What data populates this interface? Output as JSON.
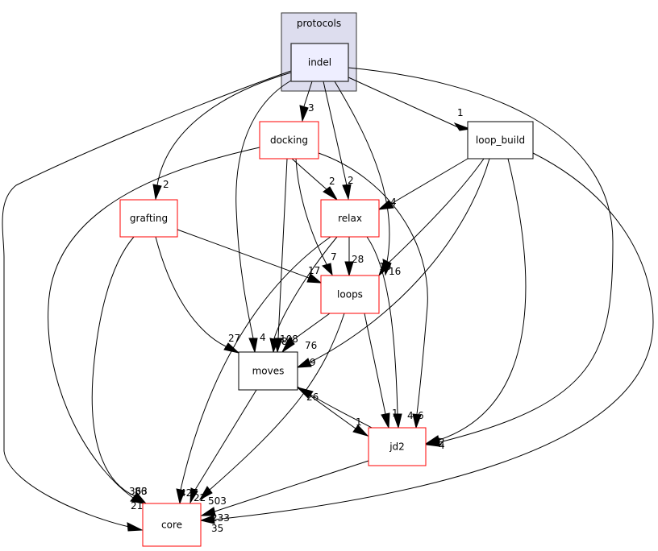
{
  "title": "protocols/indel dependency graph",
  "colors": {
    "cluster_fill": "#ddddee",
    "cluster_stroke": "#333333",
    "focus_fill": "#eeeeff",
    "focus_stroke": "#333333",
    "red_stroke": "#ff0000",
    "black_stroke": "#000000",
    "node_fill": "#ffffff"
  },
  "cluster": {
    "label": "protocols"
  },
  "nodes": {
    "indel": {
      "label": "indel",
      "style": "focus"
    },
    "docking": {
      "label": "docking",
      "style": "red"
    },
    "loop_build": {
      "label": "loop_build",
      "style": "black"
    },
    "grafting": {
      "label": "grafting",
      "style": "red"
    },
    "relax": {
      "label": "relax",
      "style": "red"
    },
    "loops": {
      "label": "loops",
      "style": "red"
    },
    "moves": {
      "label": "moves",
      "style": "black"
    },
    "jd2": {
      "label": "jd2",
      "style": "red"
    },
    "core": {
      "label": "core",
      "style": "red"
    }
  },
  "edges": [
    {
      "from": "indel",
      "to": "docking",
      "label": "3"
    },
    {
      "from": "indel",
      "to": "loop_build",
      "label": "1"
    },
    {
      "from": "indel",
      "to": "grafting",
      "label": "2"
    },
    {
      "from": "indel",
      "to": "relax",
      "label": "2"
    },
    {
      "from": "indel",
      "to": "loops",
      "label": "10"
    },
    {
      "from": "indel",
      "to": "moves",
      "label": "4"
    },
    {
      "from": "indel",
      "to": "jd2",
      "label": "2"
    },
    {
      "from": "indel",
      "to": "core",
      "label": "21"
    },
    {
      "from": "docking",
      "to": "relax",
      "label": "2"
    },
    {
      "from": "docking",
      "to": "loops",
      "label": "7"
    },
    {
      "from": "docking",
      "to": "moves",
      "label": "108"
    },
    {
      "from": "docking",
      "to": "jd2",
      "label": "6"
    },
    {
      "from": "docking",
      "to": "core",
      "label": "363"
    },
    {
      "from": "loop_build",
      "to": "relax",
      "label": "4"
    },
    {
      "from": "loop_build",
      "to": "loops",
      "label": "16"
    },
    {
      "from": "loop_build",
      "to": "moves",
      "label": "9"
    },
    {
      "from": "loop_build",
      "to": "jd2",
      "label": "4"
    },
    {
      "from": "loop_build",
      "to": "core",
      "label": "35"
    },
    {
      "from": "grafting",
      "to": "loops",
      "label": "17"
    },
    {
      "from": "grafting",
      "to": "moves",
      "label": "27"
    },
    {
      "from": "grafting",
      "to": "core",
      "label": "86"
    },
    {
      "from": "relax",
      "to": "loops",
      "label": "28"
    },
    {
      "from": "relax",
      "to": "moves",
      "label": "84"
    },
    {
      "from": "relax",
      "to": "jd2",
      "label": "4"
    },
    {
      "from": "relax",
      "to": "core",
      "label": "427"
    },
    {
      "from": "loops",
      "to": "moves",
      "label": "76"
    },
    {
      "from": "loops",
      "to": "jd2",
      "label": "1"
    },
    {
      "from": "loops",
      "to": "core",
      "label": "503"
    },
    {
      "from": "moves",
      "to": "jd2",
      "label": "1"
    },
    {
      "from": "moves",
      "to": "core",
      "label": "22"
    },
    {
      "from": "jd2",
      "to": "moves",
      "label": "26"
    },
    {
      "from": "jd2",
      "to": "core",
      "label": "233"
    }
  ]
}
